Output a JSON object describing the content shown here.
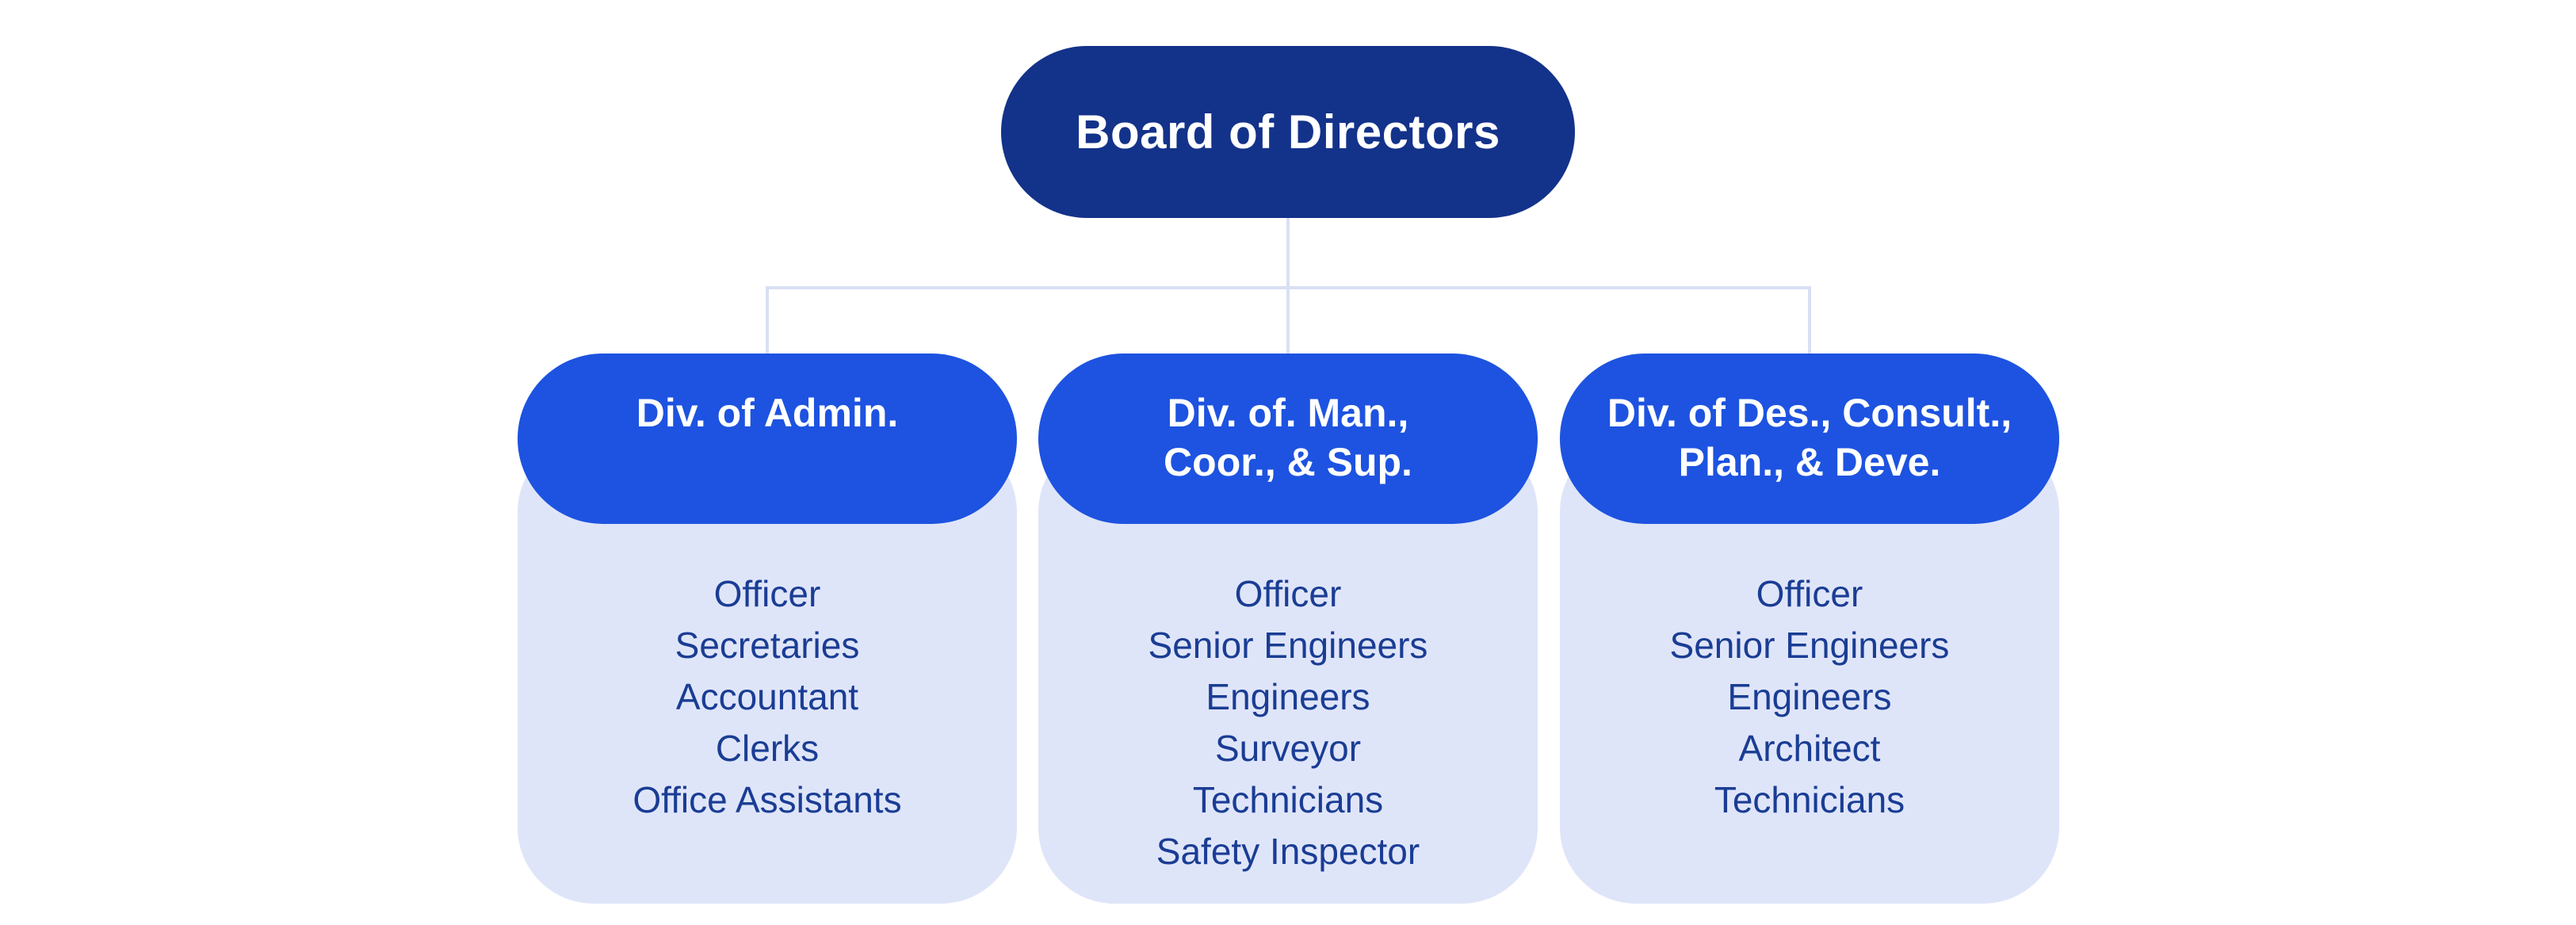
{
  "chart": {
    "root": {
      "label": "Board of Directors"
    },
    "divisions": [
      {
        "title_lines": [
          "Div. of Admin."
        ],
        "members": [
          "Officer",
          "Secretaries",
          "Accountant",
          "Clerks",
          "Office Assistants"
        ]
      },
      {
        "title_lines": [
          "Div. of. Man.,",
          "Coor., & Sup."
        ],
        "members": [
          "Officer",
          "Senior Engineers",
          "Engineers",
          "Surveyor",
          "Technicians",
          "Safety Inspector"
        ]
      },
      {
        "title_lines": [
          "Div. of Des., Consult.,",
          "Plan., & Deve."
        ],
        "members": [
          "Officer",
          "Senior Engineers",
          "Engineers",
          "Architect",
          "Technicians"
        ]
      }
    ],
    "colors": {
      "background": "#FFFFFF",
      "root_fill": "#13328A",
      "division_fill": "#1D53E0",
      "panel_fill": "#DFE5F9",
      "node_text": "#FFFFFF",
      "member_text": "#1A3D94",
      "connector": "#D9E0F3"
    }
  }
}
